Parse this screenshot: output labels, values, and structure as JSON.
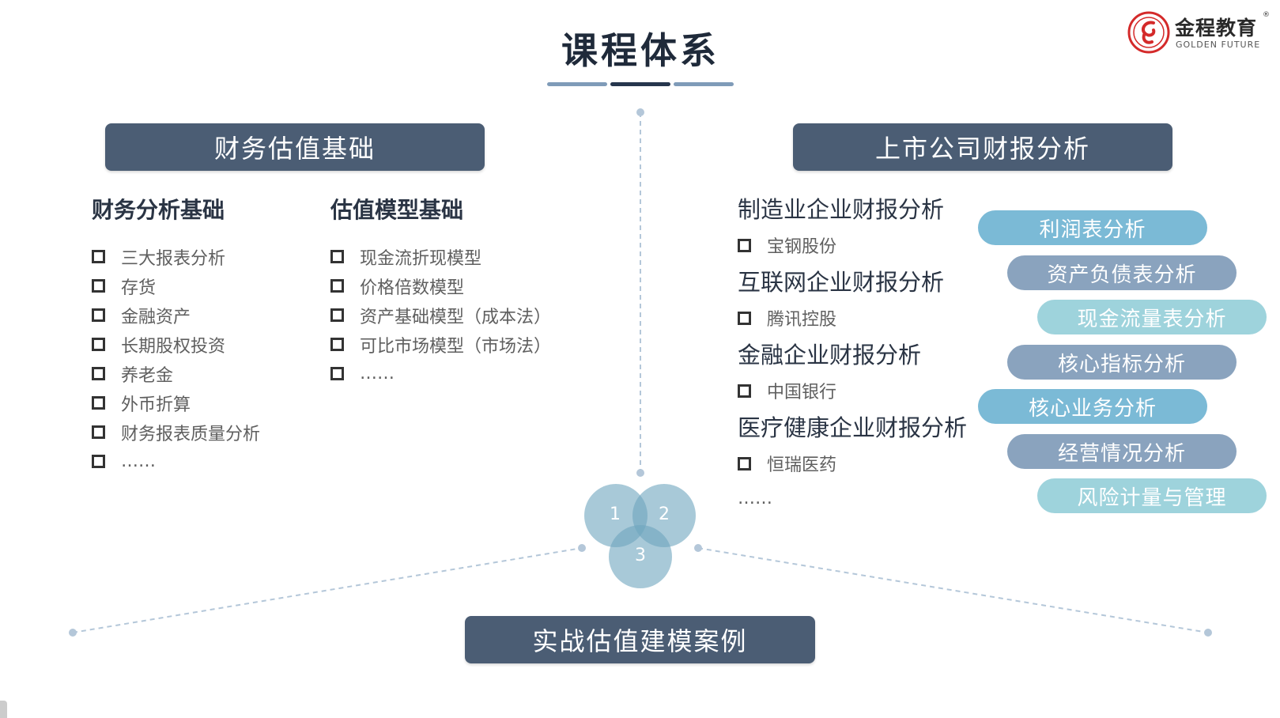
{
  "title": "课程体系",
  "logo": {
    "brand": "金程教育",
    "subtitle": "GOLDEN FUTURE",
    "registered": "®"
  },
  "left_section": {
    "header": "财务估值基础",
    "columns": [
      {
        "heading": "财务分析基础",
        "items": [
          "三大报表分析",
          "存货",
          "金融资产",
          "长期股权投资",
          "养老金",
          "外币折算",
          "财务报表质量分析",
          "……"
        ]
      },
      {
        "heading": "估值模型基础",
        "items": [
          "现金流折现模型",
          "价格倍数模型",
          "资产基础模型（成本法）",
          "可比市场模型（市场法）",
          "……"
        ]
      }
    ]
  },
  "right_section": {
    "header": "上市公司财报分析",
    "industries": [
      {
        "title": "制造业企业财报分析",
        "company": "宝钢股份"
      },
      {
        "title": "互联网企业财报分析",
        "company": "腾讯控股"
      },
      {
        "title": "金融企业财报分析",
        "company": "中国银行"
      },
      {
        "title": "医疗健康企业财报分析",
        "company": "恒瑞医药"
      }
    ],
    "more": "……",
    "analysis_pills": [
      "利润表分析",
      "资产负债表分析",
      "现金流量表分析",
      "核心指标分析",
      "核心业务分析",
      "经营情况分析",
      "风险计量与管理"
    ]
  },
  "venn": {
    "labels": [
      "1",
      "2",
      "3"
    ]
  },
  "bottom_section": {
    "header": "实战估值建模案例"
  },
  "colors": {
    "header_bg": "#4b5d74",
    "pill_blue": "#7bbad6",
    "pill_slate": "#8aa3be",
    "pill_teal": "#9ed3dc",
    "venn_circle": "#8fbcd0",
    "title_bar_dark": "#26364d",
    "title_bar_light": "#7f9bb8",
    "connector": "#b4c7d9"
  }
}
